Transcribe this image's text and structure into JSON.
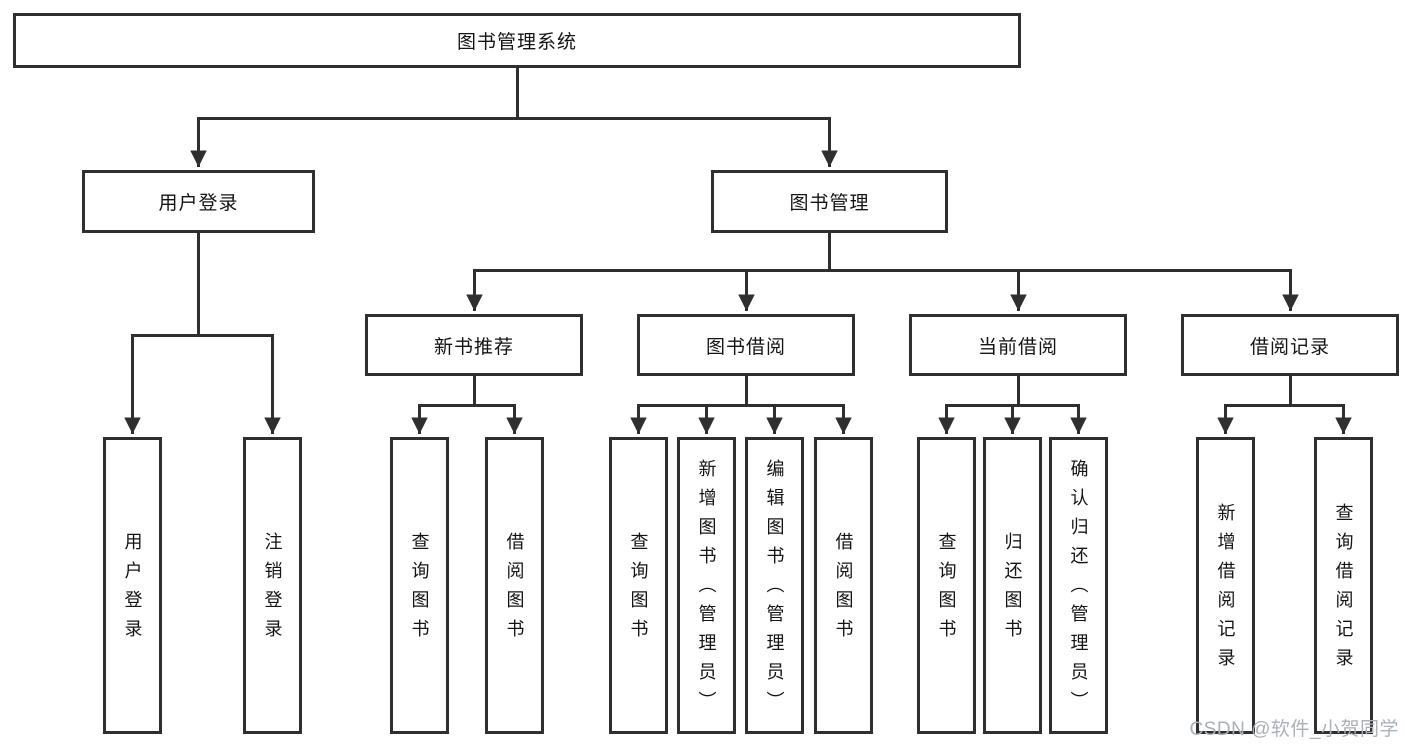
{
  "diagram": {
    "nodes": {
      "root": "图书管理系统",
      "user_login": "用户登录",
      "book_mgmt": "图书管理",
      "new_book": "新书推荐",
      "book_borrow": "图书借阅",
      "current_borrow": "当前借阅",
      "borrow_records": "借阅记录"
    },
    "leaves": {
      "user_login": [
        "用户登录",
        "注销登录"
      ],
      "new_book": [
        "查询图书",
        "借阅图书"
      ],
      "book_borrow": [
        "查询图书",
        "新增图书（管理员）",
        "编辑图书（管理员）",
        "借阅图书"
      ],
      "current_borrow": [
        "查询图书",
        "归还图书",
        "确认归还（管理员）"
      ],
      "borrow_records": [
        "新增借阅记录",
        "查询借阅记录"
      ]
    },
    "watermark": "CSDN @软件_小贺同学",
    "colors": {
      "line": "#2f2f2f",
      "text": "#141414",
      "watermark": "#aab0b8",
      "background": "#ffffff"
    }
  }
}
